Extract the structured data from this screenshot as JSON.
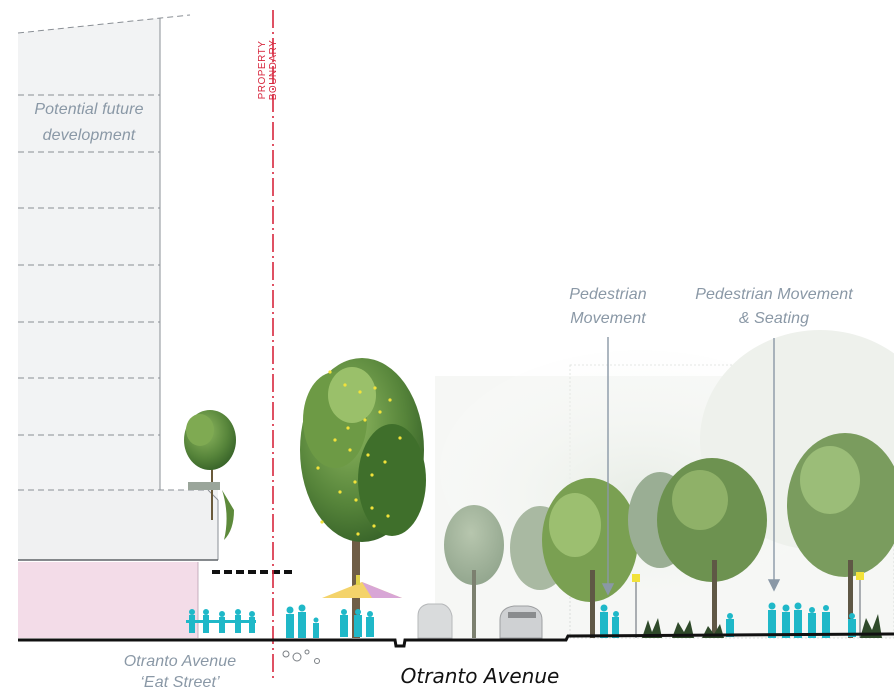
{
  "labels": {
    "future_line1": "Potential future",
    "future_line2": "development",
    "property_boundary": "PROPERTY BOUNDARY",
    "ped1_line1": "Pedestrian",
    "ped1_line2": "Movement",
    "ped2_line1": "Pedestrian Movement",
    "ped2_line2": "& Seating",
    "eat_line1": "Otranto Avenue",
    "eat_line2": "‘Eat Street’",
    "street": "Otranto Avenue"
  },
  "colors": {
    "label_grey": "#8a98a6",
    "boundary_red": "#d7263d",
    "people_cyan": "#1fb8c8",
    "building_pink": "#f3dce8",
    "tree_green": "#4f7b34",
    "ground": "#111111",
    "festoon_yellow": "#f2e23a"
  }
}
